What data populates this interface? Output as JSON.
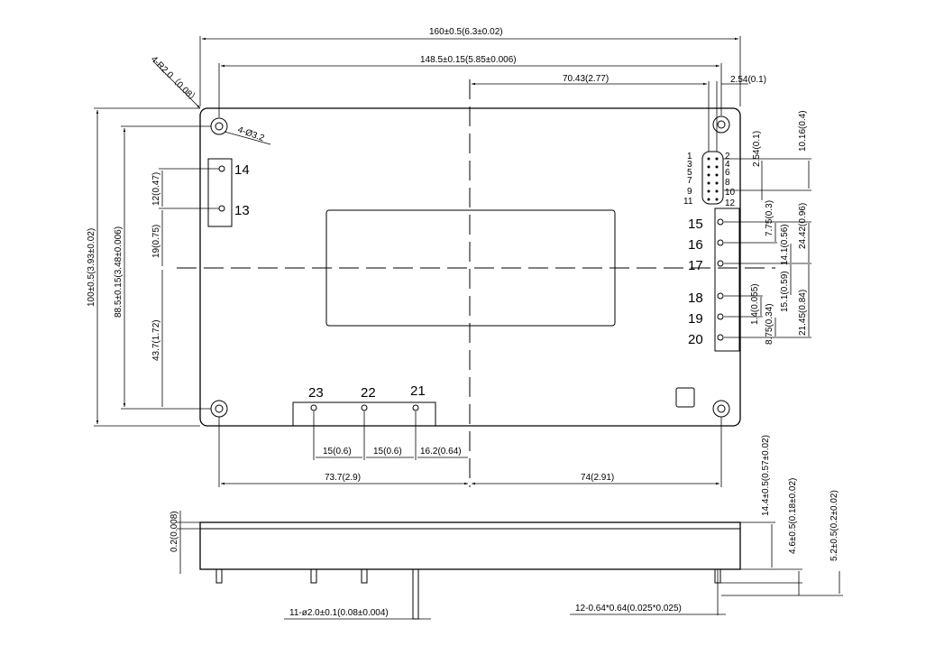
{
  "dimensions": {
    "total_length": "160±0.5(6.3±0.02)",
    "hole_spacing_length": "148.5±0.15(5.85±0.006)",
    "center_to_connector": "70.43(2.77)",
    "connector_offset": "2.54(0.1)",
    "corner_radius": "4-R2.0（0.08）",
    "hole_diameter": "4-Ø3.2",
    "connector_row_offset": "10.16(0.4)",
    "connector_pitch": "2.54(0.1)",
    "total_width": "100±0.5(3.93±0.02)",
    "hole_spacing_width": "88.5±0.15(3.48±0.006)",
    "pin13_14_spacing": "12(0.47)",
    "top_to_centerline": "19(0.75)",
    "centerline_to_bottom_hole": "43.7(1.72)",
    "pin15_16": "7.75(0.3)",
    "pin16_17": "14.1(0.56)",
    "pin15_17": "24.42(0.96)",
    "pin17_18": "15.1(0.59)",
    "pin18_19": "1.4(0.055)",
    "pin19_20": "8.75(0.34)",
    "pin17_20": "21.45(0.84)",
    "pin23_22": "15(0.6)",
    "pin22_21": "15(0.6)",
    "pin21_center": "16.2(0.64)",
    "left_to_center": "73.7(2.9)",
    "center_to_right": "74(2.91)",
    "total_height": "14.4±0.5(0.57±0.02)",
    "pin_height": "4.6±0.5(0.18±0.02)",
    "connector_pin_height": "5.2±0.5(0.2±0.02)",
    "flange_thickness": "0.2(0.008)",
    "pin_diameter": "11-ø2.0±0.1(0.08±0.004)",
    "connector_pin_size": "12-0.64*0.64(0.025*0.025)"
  },
  "pins": {
    "p13": "13",
    "p14": "14",
    "p15": "15",
    "p16": "16",
    "p17": "17",
    "p18": "18",
    "p19": "19",
    "p20": "20",
    "p21": "21",
    "p22": "22",
    "p23": "23"
  },
  "connector_pins": {
    "left": [
      "1",
      "3",
      "5",
      "7",
      "9",
      "11"
    ],
    "right": [
      "2",
      "4",
      "6",
      "8",
      "10",
      "12"
    ]
  }
}
